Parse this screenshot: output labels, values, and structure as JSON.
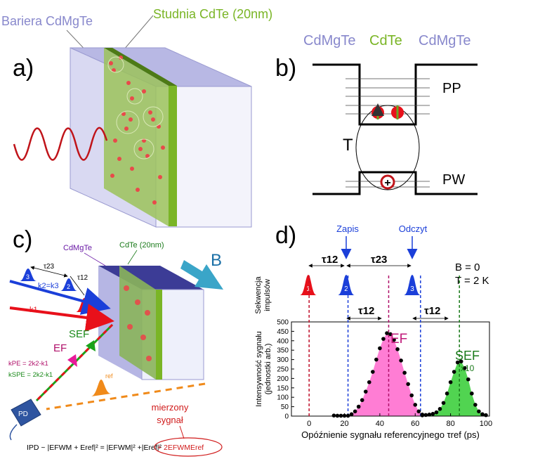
{
  "panel_a": {
    "label": "a)",
    "barrier_label": "Bariera CdMgTe",
    "well_label": "Studnia CdTe (20nm)"
  },
  "panel_b": {
    "label": "b)",
    "left_material": "CdMgTe",
    "center_material": "CdTe",
    "right_material": "CdMgTe",
    "conduction_band": "PP",
    "valence_band": "PW",
    "trion_label": "T",
    "hole_symbol": "+"
  },
  "panel_c": {
    "label": "c)",
    "cdmgte_label": "CdMgTe",
    "cdte_label": "CdTe (20nm)",
    "field_label": "B",
    "tau23": "τ23",
    "tau12": "τ12",
    "k2k3": "k2=k3",
    "k1": "k1",
    "pulse1": "1",
    "pulse2": "2",
    "pulse3": "3",
    "sef": "SEF",
    "ef": "EF",
    "kpe": "kPE = 2k2-k1",
    "kspe": "kSPE = 2k2-k1",
    "ref": "ref",
    "pd": "PD",
    "measured_line1": "mierzony",
    "measured_line2": "sygnał",
    "formula_main": "IPD ~ |EFWM + Eref|² = |EFWM|² +|Eref|²",
    "formula_circled": "+ 2EFWMEref"
  },
  "panel_d": {
    "label": "d)",
    "write_label": "Zapis",
    "read_label": "Odczyt",
    "tau12_top": "τ12",
    "tau23_top": "τ23",
    "tau12_left": "τ12",
    "tau12_right": "τ12",
    "pulse_seq_line1": "Sekwencja",
    "pulse_seq_line2": "impulsów",
    "b_value": "B = 0",
    "t_value": "T = 2 K",
    "ef_label": "EF",
    "sef_label": "SEF",
    "sef_scale": "x10",
    "pulse_colors": {
      "1": "#e8101a",
      "2": "#1b3fd9",
      "3": "#1b3fd9"
    }
  },
  "chart_data": {
    "type": "scatter",
    "xlabel": "Opóźnienie sygnału referencyjnego τref (ps)",
    "ylabel_line1": "Intensywność sygnału",
    "ylabel_line2": "(jednostki arb.)",
    "xlim": [
      -10,
      102
    ],
    "ylim": [
      0,
      500
    ],
    "x_ticks": [
      0,
      20,
      40,
      60,
      80,
      100
    ],
    "y_ticks": [
      0,
      50,
      100,
      150,
      200,
      250,
      300,
      350,
      400,
      450,
      500
    ],
    "grid": false,
    "vlines": [
      {
        "x": 0,
        "color": "#c0102a"
      },
      {
        "x": 22,
        "color": "#1b3fd9"
      },
      {
        "x": 45,
        "color": "#b0106a"
      },
      {
        "x": 63,
        "color": "#1b3fd9"
      },
      {
        "x": 85,
        "color": "#1a7a1a"
      }
    ],
    "series": [
      {
        "name": "EF",
        "fill": "#ff66cc",
        "x": [
          22,
          24,
          26,
          28,
          30,
          32,
          34,
          36,
          38,
          40,
          42,
          44,
          46,
          48,
          50,
          52,
          54,
          56,
          58,
          60,
          62,
          64
        ],
        "y": [
          2,
          10,
          25,
          50,
          85,
          130,
          180,
          235,
          300,
          360,
          410,
          440,
          435,
          405,
          355,
          295,
          230,
          170,
          110,
          60,
          25,
          8
        ]
      },
      {
        "name": "SEF",
        "fill": "#33cc33",
        "x": [
          64,
          66,
          68,
          70,
          72,
          74,
          76,
          78,
          80,
          82,
          84,
          86,
          88,
          90,
          92,
          94,
          96,
          98,
          100
        ],
        "y": [
          4,
          6,
          8,
          12,
          20,
          38,
          70,
          120,
          180,
          235,
          285,
          290,
          255,
          195,
          120,
          60,
          25,
          10,
          5
        ]
      },
      {
        "name": "baseline",
        "fill": "none",
        "x": [
          14,
          16,
          18,
          20
        ],
        "y": [
          3,
          2,
          2,
          2
        ]
      }
    ]
  }
}
